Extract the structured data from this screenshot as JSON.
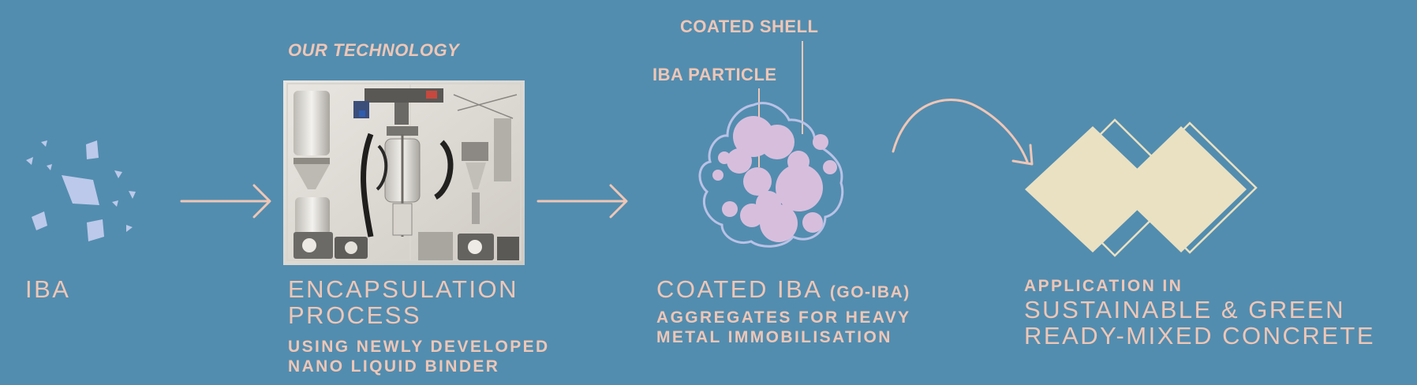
{
  "colors": {
    "background": "#528DAF",
    "text": "#EFC6B6",
    "iba_fragments": "#BCC9EA",
    "particle_fill": "#D8BEDD",
    "shell_outline": "#B9C2E6",
    "concrete_fill": "#EAE1C2",
    "arrow": "#EFC6B6"
  },
  "steps": {
    "iba": {
      "label": "IBA"
    },
    "encapsulation": {
      "kicker": "OUR TECHNOLOGY",
      "title_line1": "ENCAPSULATION",
      "title_line2": "PROCESS",
      "sub_line1": "USING NEWLY DEVELOPED",
      "sub_line2": "NANO LIQUID BINDER",
      "photo_icon": "lab-equipment-photo"
    },
    "coated": {
      "callout_shell": "COATED SHELL",
      "callout_particle": "IBA PARTICLE",
      "title_main": "COATED IBA",
      "title_abbrev": "(GO-IBA)",
      "sub_line1": "AGGREGATES FOR HEAVY",
      "sub_line2": "METAL IMMOBILISATION"
    },
    "application": {
      "kicker": "APPLICATION IN",
      "title_line1": "SUSTAINABLE & GREEN",
      "title_line2": "READY-MIXED CONCRETE",
      "icon": "concrete-blocks-icon"
    }
  },
  "icons": {
    "arrow_1": "arrow-right-icon",
    "arrow_2": "arrow-right-icon",
    "arrow_3": "curved-arrow-icon"
  }
}
